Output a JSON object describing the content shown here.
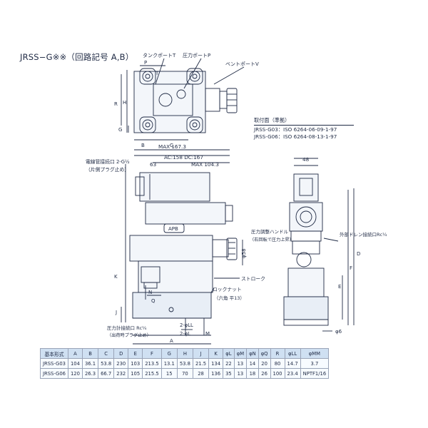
{
  "title": "JRSS−G※※（回路記号 A,B）",
  "top_view": {
    "labels": {
      "tank_port": "タンクポートT",
      "pressure_port": "圧力ポートP",
      "vent_port": "ベントポートV",
      "P": "P",
      "T": "T",
      "R": "R",
      "H": "H",
      "G": "G",
      "B": "B",
      "C": "C"
    }
  },
  "mount_surface": {
    "heading": "取付面（準拠）",
    "lines": [
      "JRSS-G03：ISO 6264-06-09-1-97",
      "JRSS-G06：ISO 6264-08-13-1-97"
    ]
  },
  "front_view": {
    "dims": {
      "max_total": "MAX 167.3",
      "ac_dc": "AC:158 DC:167",
      "d63": "63",
      "max_104": "MAX 104.3"
    },
    "labels": {
      "conduit": "電線管接続口 2-G½",
      "conduit_note": "（片側プラグ止め）",
      "apb": "APB",
      "pressure_handle": "圧力調整ハンドル",
      "pressure_handle_note": "（右回転で圧力上昇）",
      "phi58": "φ58",
      "stroke": "ストローク",
      "lock_nut": "ロックナット",
      "lock_nut_note": "（六角 平13）",
      "gauge_port": "圧力計接続口 Rc¼",
      "gauge_port_note": "（出荷時プラグ止め）",
      "two_phi_ll": "2-φLL",
      "two_phi_l": "2-φL",
      "K": "K",
      "J": "J",
      "N": "N",
      "Q": "Q",
      "A": "A",
      "M": "M"
    }
  },
  "side_view": {
    "dims": {
      "w48": "48",
      "phi6": "φ6"
    },
    "labels": {
      "drain": "外部ドレン接続口Rc¼",
      "D": "D",
      "F": "F",
      "E": "E"
    }
  },
  "spec_table": {
    "headers": [
      "基本形式",
      "A",
      "B",
      "C",
      "D",
      "E",
      "F",
      "G",
      "H",
      "J",
      "K",
      "φL",
      "φM",
      "φN",
      "φQ",
      "R",
      "φLL",
      "φMM"
    ],
    "rows": [
      [
        "JRSS-G03",
        "104",
        "36.1",
        "53.8",
        "230",
        "103",
        "213.5",
        "13.1",
        "53.8",
        "21.5",
        "134",
        "22",
        "13",
        "14",
        "20",
        "80",
        "14.7",
        "3.7"
      ],
      [
        "JRSS-G06",
        "120",
        "26.3",
        "66.7",
        "232",
        "105",
        "215.5",
        "15",
        "70",
        "28",
        "136",
        "35",
        "13",
        "18",
        "26",
        "100",
        "23.4",
        "NPTF1/16"
      ]
    ]
  }
}
